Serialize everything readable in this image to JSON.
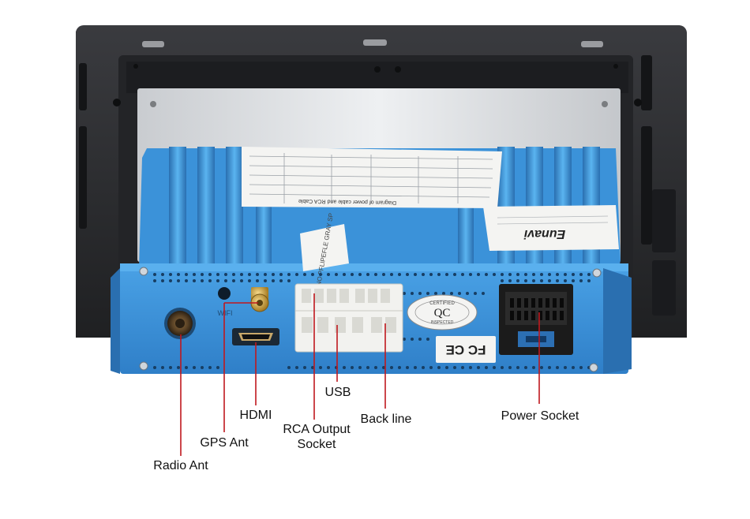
{
  "colors": {
    "bezel": "#2a2b2e",
    "bezel_edge": "#1a1b1d",
    "metal_plate": "#d9dcdf",
    "housing_blue": "#3a8fd6",
    "housing_blue_dark": "#2a6fb0",
    "housing_blue_light": "#5ab0ee",
    "connector_white": "#f2f2ef",
    "connector_black": "#1b1b1b",
    "callout_line": "#c0181e",
    "label_paper": "#f4f4f2"
  },
  "labels": {
    "radio_ant": "Radio Ant",
    "gps_ant": "GPS Ant",
    "hdmi": "HDMI",
    "rca_output_line1": "RCA Output",
    "rca_output_line2": "Socket",
    "usb": "USB",
    "back_line": "Back line",
    "power_socket": "Power Socket"
  },
  "device_text": {
    "wifi_mark": "WIFI",
    "brand": "Eunavi",
    "qc_top": "CERTIFIED",
    "qc_mark": "QC",
    "qc_bottom": "INSPECTED",
    "sticker_title": "Diagram of power cable and RCA Cable",
    "side_tag": "NO PFLIPEFLE GRAY SP",
    "ce_fc": "FC CE"
  }
}
